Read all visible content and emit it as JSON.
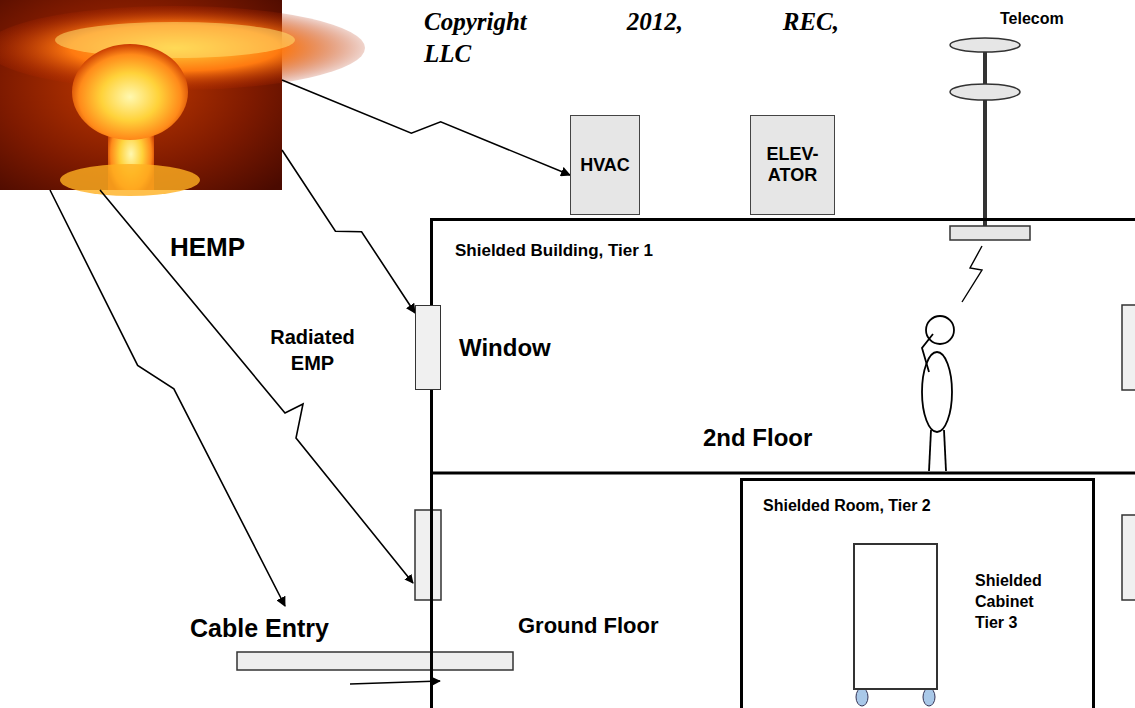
{
  "diagram": {
    "nodes": [
      {
        "text": [
          "HEMP"
        ]
      },
      {
        "text": [
          "HVAC"
        ]
      },
      {
        "text": [
          "ELEV- ATOR"
        ]
      },
      {
        "text": [
          "Shielded Building, Tier 1"
        ]
      },
      {
        "text": [
          "Window"
        ]
      },
      {
        "text": [
          "Shielded Room, Tier 2"
        ],
        "in": 3
      },
      {
        "text": [
          "Shielded Cabinet Tier 3"
        ],
        "in": 5
      },
      {
        "text": [
          "Cable Entry"
        ]
      }
    ],
    "edges": [
      {
        "from": 0,
        "to": 1,
        "arrow": "to"
      },
      {
        "from": 0,
        "to": 4,
        "arrow": "to"
      },
      {
        "from": 0,
        "to": 7,
        "arrow": "to"
      }
    ],
    "labels": [
      "Copyright 2012, REC, LLC",
      "Telecom",
      "Radiated EMP",
      "2nd Floor",
      "Ground Floor"
    ]
  }
}
